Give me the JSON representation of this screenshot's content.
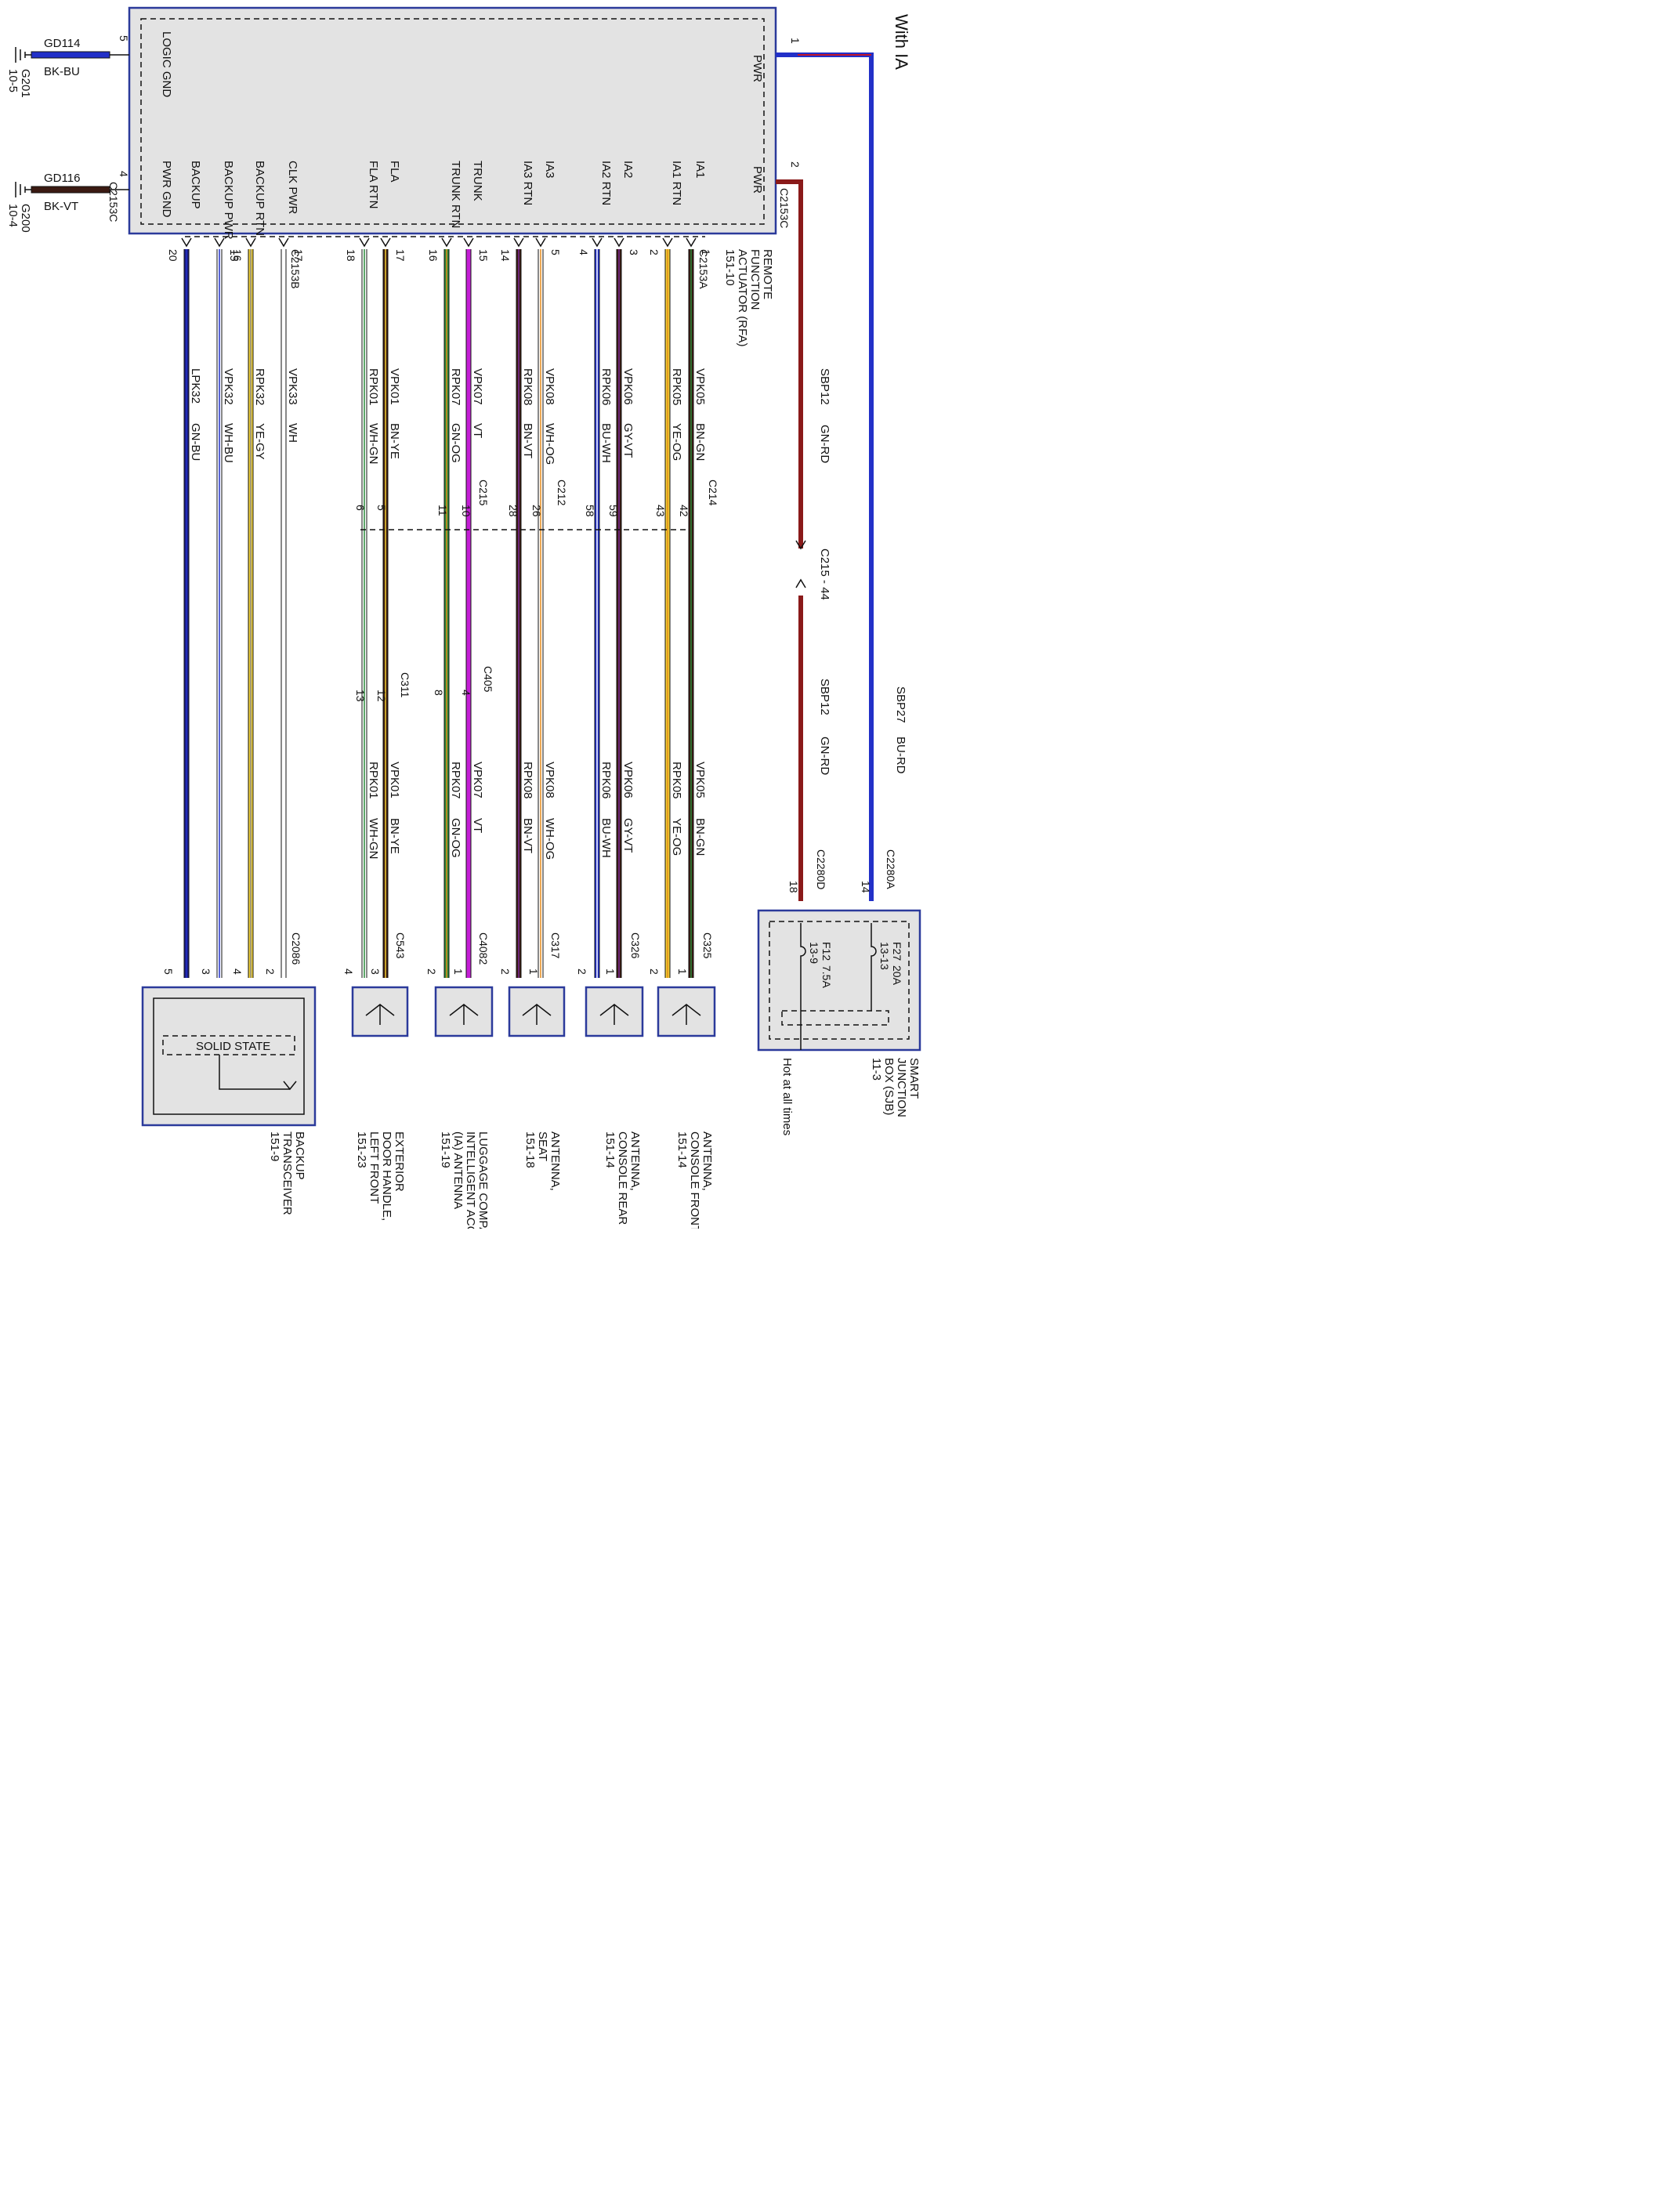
{
  "title": "With IA",
  "rfa": {
    "lines": [
      "REMOTE",
      "FUNCTION",
      "ACTUATOR (RFA)",
      "151-10"
    ],
    "connector_right": "C2153C",
    "connector_left": "C2153C",
    "connector_a": "C2153A",
    "connector_b": "C2153B",
    "pins_top": [
      {
        "name": "LOGIC GND",
        "num": "5"
      },
      {
        "name": "PWR GND",
        "num": "4"
      }
    ],
    "pins_right": [
      {
        "name": "PWR",
        "num": "1"
      },
      {
        "name": "PWR",
        "num": "2"
      }
    ],
    "pins_bottom": [
      {
        "name": "BACKUP",
        "num": "20"
      },
      {
        "name": "BACKUP PWR",
        "num": "15"
      },
      {
        "name": "BACKUP RTN",
        "num": "16"
      },
      {
        "name": "CLK PWR",
        "num": "17"
      },
      {
        "name": "FLA RTN",
        "num": "18"
      },
      {
        "name": "FLA",
        "num": "17"
      },
      {
        "name": "TRUNK RTN",
        "num": "16"
      },
      {
        "name": "TRUNK",
        "num": "15"
      },
      {
        "name": "IA3 RTN",
        "num": "14"
      },
      {
        "name": "IA3",
        "num": "5"
      },
      {
        "name": "IA2 RTN",
        "num": "4"
      },
      {
        "name": "IA2",
        "num": "3"
      },
      {
        "name": "IA1 RTN",
        "num": "2"
      },
      {
        "name": "IA1",
        "num": "1"
      }
    ]
  },
  "grounds": [
    {
      "circuit": "GD114",
      "color": "BK-BU",
      "ground": "G201",
      "ref": "10-5"
    },
    {
      "circuit": "GD116",
      "color": "BK-VT",
      "ground": "G200",
      "ref": "10-4"
    }
  ],
  "power_wires": [
    {
      "circuit": "SBP27",
      "color": "BU-RD",
      "connector": "C2280A",
      "pin": "14"
    },
    {
      "circuit": "SBP12",
      "color": "GN-RD",
      "connector": "C2280D",
      "pin": "18"
    }
  ],
  "inline_c215_44": "C215 - 44",
  "sjb": {
    "lines": [
      "SMART",
      "JUNCTION",
      "BOX (SJB)",
      "11-3"
    ],
    "hot": "Hot at all times",
    "fuses": [
      {
        "fuse": "F27",
        "rating": "20A",
        "ref": "13-13"
      },
      {
        "fuse": "F12",
        "rating": "7.5A",
        "ref": "13-9"
      }
    ]
  },
  "wires": [
    {
      "circuit": "LPK32",
      "color": "GN-BU"
    },
    {
      "circuit": "VPK32",
      "color": "WH-BU"
    },
    {
      "circuit": "RPK32",
      "color": "YE-GY"
    },
    {
      "circuit": "VPK33",
      "color": "WH"
    },
    {
      "circuit": "RPK01",
      "color": "WH-GN"
    },
    {
      "circuit": "VPK01",
      "color": "BN-YE"
    },
    {
      "circuit": "RPK07",
      "color": "GN-OG"
    },
    {
      "circuit": "VPK07",
      "color": "VT"
    },
    {
      "circuit": "RPK08",
      "color": "BN-VT"
    },
    {
      "circuit": "VPK08",
      "color": "WH-OG"
    },
    {
      "circuit": "RPK06",
      "color": "BU-WH"
    },
    {
      "circuit": "VPK06",
      "color": "GY-VT"
    },
    {
      "circuit": "RPK05",
      "color": "YE-OG"
    },
    {
      "circuit": "VPK05",
      "color": "BN-GN"
    }
  ],
  "inline_connectors": [
    {
      "name": "C215",
      "pins": [
        "11",
        "10"
      ]
    },
    {
      "name": "C215",
      "pins": [
        "6",
        "5"
      ]
    },
    {
      "name": "C212",
      "pins": [
        "28",
        "26"
      ]
    },
    {
      "name": "C214",
      "pins": [
        "58",
        "59",
        "43",
        "42"
      ]
    }
  ],
  "second_connectors": [
    {
      "name": "C311",
      "pins": [
        "13",
        "12"
      ]
    },
    {
      "name": "C405",
      "pins": [
        "8",
        "4"
      ]
    }
  ],
  "components": [
    {
      "connector": "C2086",
      "lines": [
        "BACKUP",
        "TRANSCEIVER",
        "151-9"
      ],
      "inner": "SOLID STATE",
      "pins": [
        "5",
        "3",
        "4",
        "2"
      ]
    },
    {
      "connector": "C543",
      "lines": [
        "EXTERIOR",
        "DOOR HANDLE,",
        "LEFT FRONT",
        "151-23"
      ],
      "pins": [
        "4",
        "3"
      ]
    },
    {
      "connector": "C4082",
      "lines": [
        "LUGGAGE COMPARTMENT",
        "INTELLIGENT ACCESS",
        "(IA) ANTENNA",
        "151-19"
      ],
      "pins": [
        "2",
        "1"
      ]
    },
    {
      "connector": "C317",
      "lines": [
        "ANTENNA,",
        "SEAT",
        "151-18"
      ],
      "pins": [
        "2",
        "1"
      ]
    },
    {
      "connector": "C326",
      "lines": [
        "ANTENNA,",
        "CONSOLE REAR",
        "151-14"
      ],
      "pins": [
        "2",
        "1"
      ]
    },
    {
      "connector": "C325",
      "lines": [
        "ANTENNA,",
        "CONSOLE FRONT",
        "151-14"
      ],
      "pins": [
        "2",
        "1"
      ]
    }
  ],
  "colors": {
    "box_border": "#2b3a9b",
    "box_fill": "#e3e3e3",
    "violet": "#c51fd6",
    "blue": "#2230c8",
    "yellow": "#f1cf33",
    "brown": "#3b1a12",
    "red": "#8a1a1a"
  }
}
